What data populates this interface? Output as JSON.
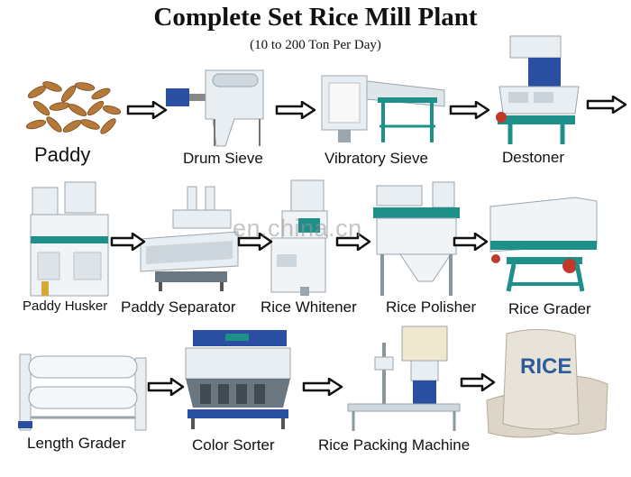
{
  "header": {
    "title": "Complete Set Rice Mill Plant",
    "subtitle": "(10 to 200 Ton Per Day)"
  },
  "watermark": "en.china.cn",
  "steps": [
    {
      "label": "Paddy"
    },
    {
      "label": "Drum Sieve"
    },
    {
      "label": "Vibratory Sieve"
    },
    {
      "label": "Destoner"
    },
    {
      "label": "Paddy Husker"
    },
    {
      "label": "Paddy Separator"
    },
    {
      "label": "Rice Whitener"
    },
    {
      "label": "Rice Polisher"
    },
    {
      "label": "Rice Grader"
    },
    {
      "label": "Length Grader"
    },
    {
      "label": "Color Sorter"
    },
    {
      "label": "Rice Packing Machine"
    },
    {
      "label": "RICE"
    }
  ],
  "icons": {
    "arrow": "outline-right-arrow-icon"
  },
  "colors": {
    "machine_body": "#e9eef2",
    "machine_accent": "#1f8f8a",
    "machine_blue": "#2a4fa0",
    "red_part": "#c0392b",
    "paddy_grain": "#b57a3a",
    "bag": "#e8e3d8",
    "rice_text": "#2c5d9a"
  }
}
